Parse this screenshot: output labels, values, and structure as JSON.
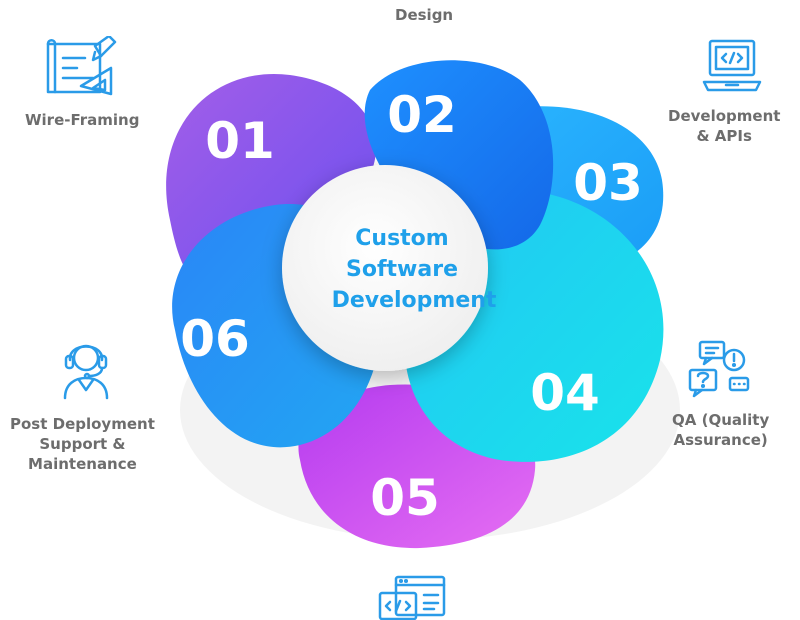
{
  "center": {
    "lines": [
      "Custom",
      "Software",
      "Development"
    ]
  },
  "petals": [
    {
      "number": "01",
      "label": "Wire-Framing",
      "icon": "blueprint-pencil-icon"
    },
    {
      "number": "02",
      "label": "Design",
      "icon": ""
    },
    {
      "number": "03",
      "label": "Development & APIs",
      "icon": "laptop-code-icon"
    },
    {
      "number": "04",
      "label": "QA (Quality Assurance)",
      "icon": "chat-question-icon"
    },
    {
      "number": "05",
      "label": "",
      "icon": "browser-code-icon"
    },
    {
      "number": "06",
      "label": "Post Deployment Support & Maintenance",
      "icon": "headset-support-icon"
    }
  ],
  "labels": {
    "design": "Design",
    "wireframing": "Wire-Framing",
    "dev_line1": "Development",
    "dev_line2": "& APIs",
    "qa_line1": "QA (Quality",
    "qa_line2": "Assurance)",
    "post_line1": "Post Deployment",
    "post_line2": "Support &",
    "post_line3": "Maintenance"
  },
  "colors": {
    "icon_blue": "#2a9be8",
    "label_gray": "#6d6d6d",
    "center_text": "#1fa0ea"
  }
}
